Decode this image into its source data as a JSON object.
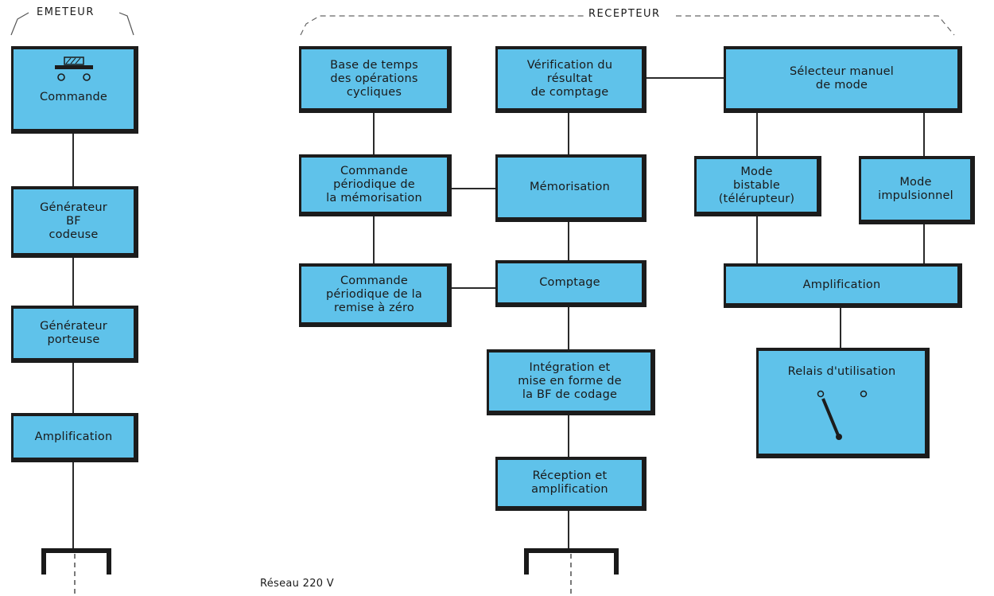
{
  "emitter": {
    "title": "EMETEUR",
    "boxes": {
      "commande": "Commande",
      "gen_bf": "Générateur\nBF\ncodeuse",
      "gen_porteuse": "Générateur\nporteuse",
      "amplification": "Amplification"
    }
  },
  "receiver": {
    "title": "RECEPTEUR",
    "boxes": {
      "base_temps": "Base de temps\ndes opérations\ncycliques",
      "verification": "Vérification du\nrésultat\nde comptage",
      "selecteur": "Sélecteur manuel\nde mode",
      "cmd_memorisation": "Commande\npériodique de\nla mémorisation",
      "memorisation": "Mémorisation",
      "mode_bistable": "Mode\nbistable\n(télérupteur)",
      "mode_impulsionnel": "Mode\nimpulsionnel",
      "cmd_raz": "Commande\npériodique de la\nremise à zéro",
      "comptage": "Comptage",
      "amplification": "Amplification",
      "integration": "Intégration et\nmise en forme de\nla BF de codage",
      "relais": "Relais d'utilisation",
      "reception": "Réception et\namplification"
    }
  },
  "network_label": "Réseau  220 V",
  "colors": {
    "box_fill": "#5fc2ea",
    "box_border": "#1c1c1c",
    "wire": "#2a2a2a"
  },
  "icons": [
    "push-button-icon",
    "relay-switch-icon",
    "mains-plug-icon"
  ]
}
